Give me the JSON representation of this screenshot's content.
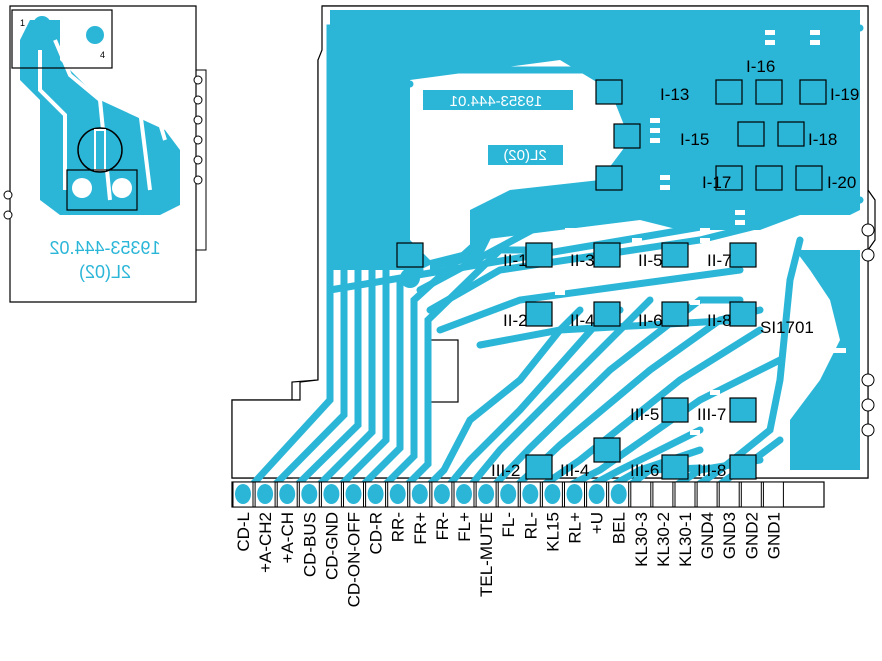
{
  "small_board": {
    "pin_first": "1",
    "pin_last": "4",
    "part_number": "19353-444.02",
    "revision": "2L(02)"
  },
  "main_board": {
    "part_number": "19353-444.01",
    "revision": "2L(02)",
    "component_label": "SI1701",
    "pad_labels": [
      "I-13",
      "I-15",
      "I-16",
      "I-17",
      "I-18",
      "I-19",
      "I-20",
      "II-1",
      "II-2",
      "II-3",
      "II-4",
      "II-5",
      "II-6",
      "II-7",
      "II-8",
      "III-2",
      "III-4",
      "III-5",
      "III-6",
      "III-7",
      "III-8"
    ]
  },
  "connector_pins": [
    "CD-L",
    "+A-CH2",
    "+A-CH",
    "CD-BUS",
    "CD-GND",
    "CD-ON-OFF",
    "CD-R",
    "RR-",
    "FR+",
    "FR-",
    "FL+",
    "TEL-MUTE",
    "FL-",
    "RL-",
    "KL15",
    "RL+",
    "+U",
    "BEL",
    "KL30-3",
    "KL30-2",
    "KL30-1",
    "GND4",
    "GND3",
    "GND2",
    "GND1"
  ],
  "colors": {
    "copper": "#2bb6d8",
    "outline": "#000000",
    "background": "#ffffff"
  }
}
